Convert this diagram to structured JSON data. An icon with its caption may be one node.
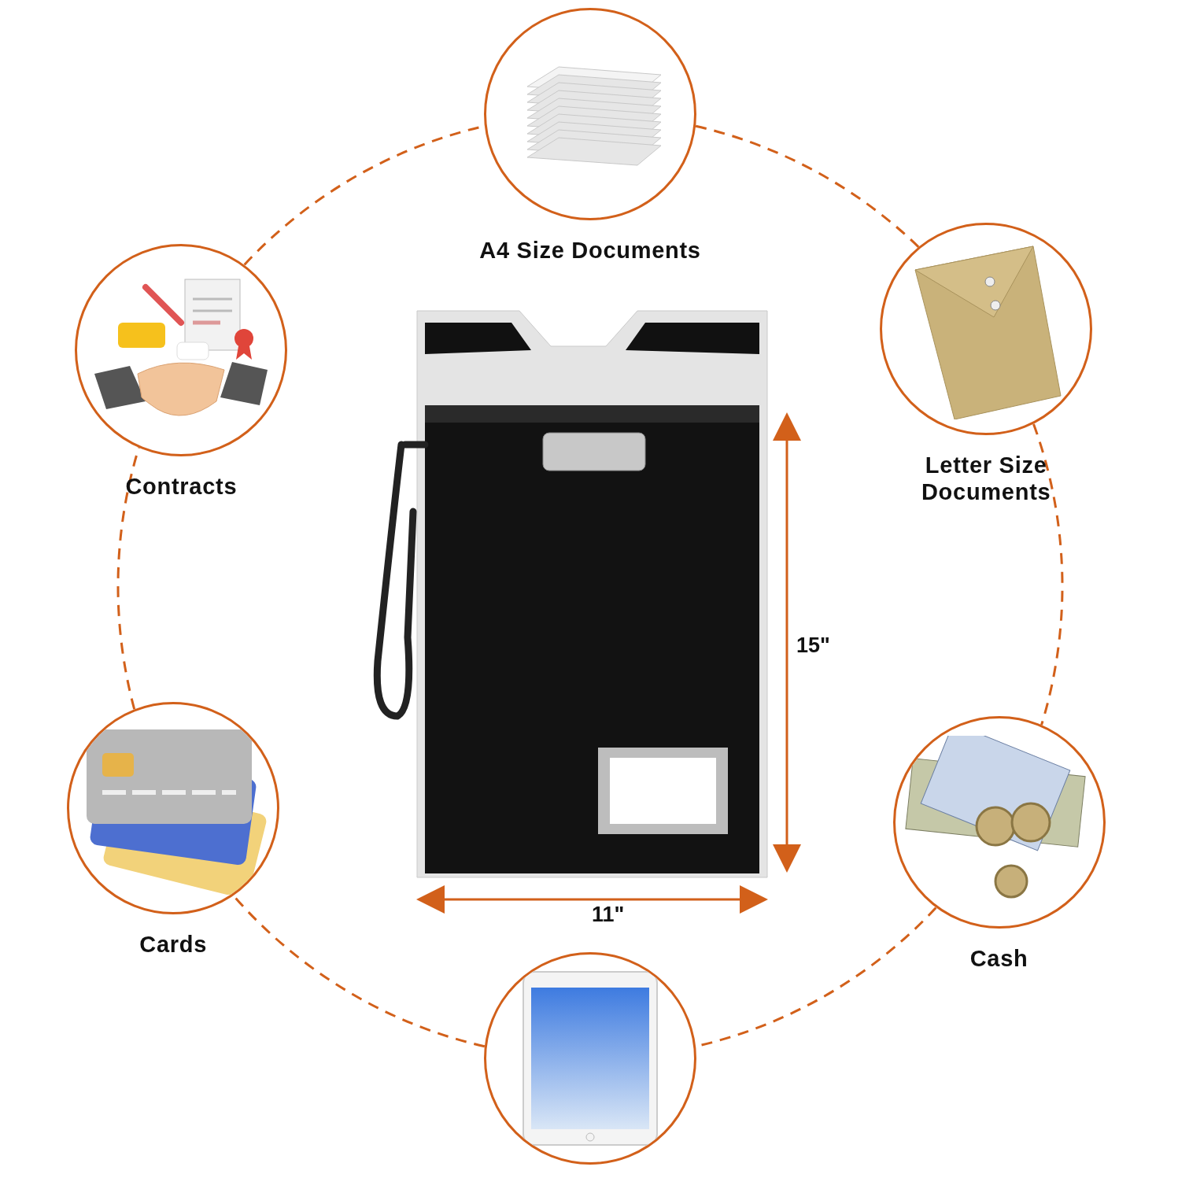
{
  "diagram": {
    "nodes": [
      {
        "text": [
          "A4 Size Documents"
        ]
      },
      {
        "text": [
          "Contracts"
        ]
      },
      {
        "text": [
          "Letter Size Documents"
        ]
      },
      {
        "text": [],
        "shape": "picture"
      },
      {
        "text": [
          "Cards"
        ]
      },
      {
        "text": [
          "Cash"
        ]
      },
      {
        "text": [],
        "shape": "circle"
      }
    ],
    "edges": [
      {
        "from": 0,
        "to": 2,
        "arrow": "none",
        "style": "dashed"
      },
      {
        "from": 2,
        "to": 5,
        "arrow": "none",
        "style": "dashed"
      },
      {
        "from": 5,
        "to": 6,
        "arrow": "none",
        "style": "dashed"
      },
      {
        "from": 6,
        "to": 4,
        "arrow": "none",
        "style": "dashed"
      },
      {
        "from": 4,
        "to": 1,
        "arrow": "none",
        "style": "dashed"
      },
      {
        "from": 1,
        "to": 0,
        "arrow": "none",
        "style": "dashed"
      }
    ],
    "labels": [
      "15\"",
      "11\""
    ]
  }
}
